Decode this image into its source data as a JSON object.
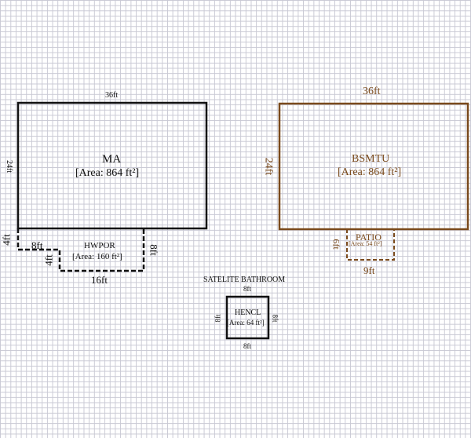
{
  "colors": {
    "main_stroke": "#111111",
    "basement_stroke": "#7a4a1c",
    "grid": "#c9c9d4"
  },
  "rooms": {
    "ma": {
      "name": "MA",
      "area": "[Area: 864 ft²]",
      "top": "36ft",
      "left": "24ft"
    },
    "hwpor": {
      "name": "HWPOR",
      "area": "[Area: 160 ft²]",
      "left_upper": "4ft",
      "step_top": "8ft",
      "step_side": "4ft",
      "bottom": "16ft",
      "right": "8ft"
    },
    "bsmtu": {
      "name": "BSMTU",
      "area": "[Area: 864 ft²]",
      "top": "36ft",
      "left": "24ft"
    },
    "patio": {
      "name": "PATIO",
      "area": "[Area: 54 ft²]",
      "left": "6ft",
      "bottom": "9ft"
    },
    "hencl": {
      "group_title": "SATELITE BATHROOM",
      "name": "HENCL",
      "area": "[Area: 64 ft²]",
      "top": "8ft",
      "bottom": "8ft",
      "left": "8ft",
      "right": "8ft"
    }
  }
}
